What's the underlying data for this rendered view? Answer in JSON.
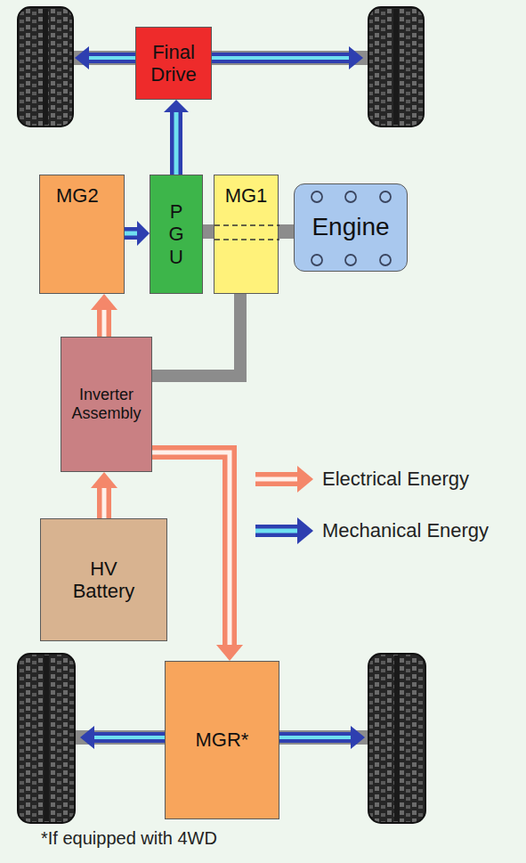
{
  "diagram": {
    "nodes": [
      {
        "text": [
          "Final Drive"
        ]
      },
      {
        "text": [
          "MG2"
        ]
      },
      {
        "text": [
          "P G U"
        ]
      },
      {
        "text": [
          "MG1"
        ]
      },
      {
        "text": [
          "Engine"
        ]
      },
      {
        "text": [
          "Inverter Assembly"
        ]
      },
      {
        "text": [
          "HV Battery"
        ]
      },
      {
        "text": [
          "MGR*"
        ]
      }
    ],
    "edges": [
      {
        "from": 1,
        "to": 2,
        "arrow": "to"
      },
      {
        "from": 2,
        "to": 0,
        "arrow": "to"
      },
      {
        "from": 4,
        "to": 3,
        "arrow": "none"
      },
      {
        "from": 3,
        "to": 5,
        "arrow": "none"
      },
      {
        "from": 6,
        "to": 5,
        "arrow": "to"
      },
      {
        "from": 5,
        "to": 1,
        "arrow": "to"
      },
      {
        "from": 5,
        "to": 7,
        "arrow": "to"
      }
    ],
    "labels": [
      "*If equipped with 4WD"
    ],
    "legend": [
      {
        "text": "Electrical Energy"
      },
      {
        "text": "Mechanical Energy"
      }
    ]
  }
}
